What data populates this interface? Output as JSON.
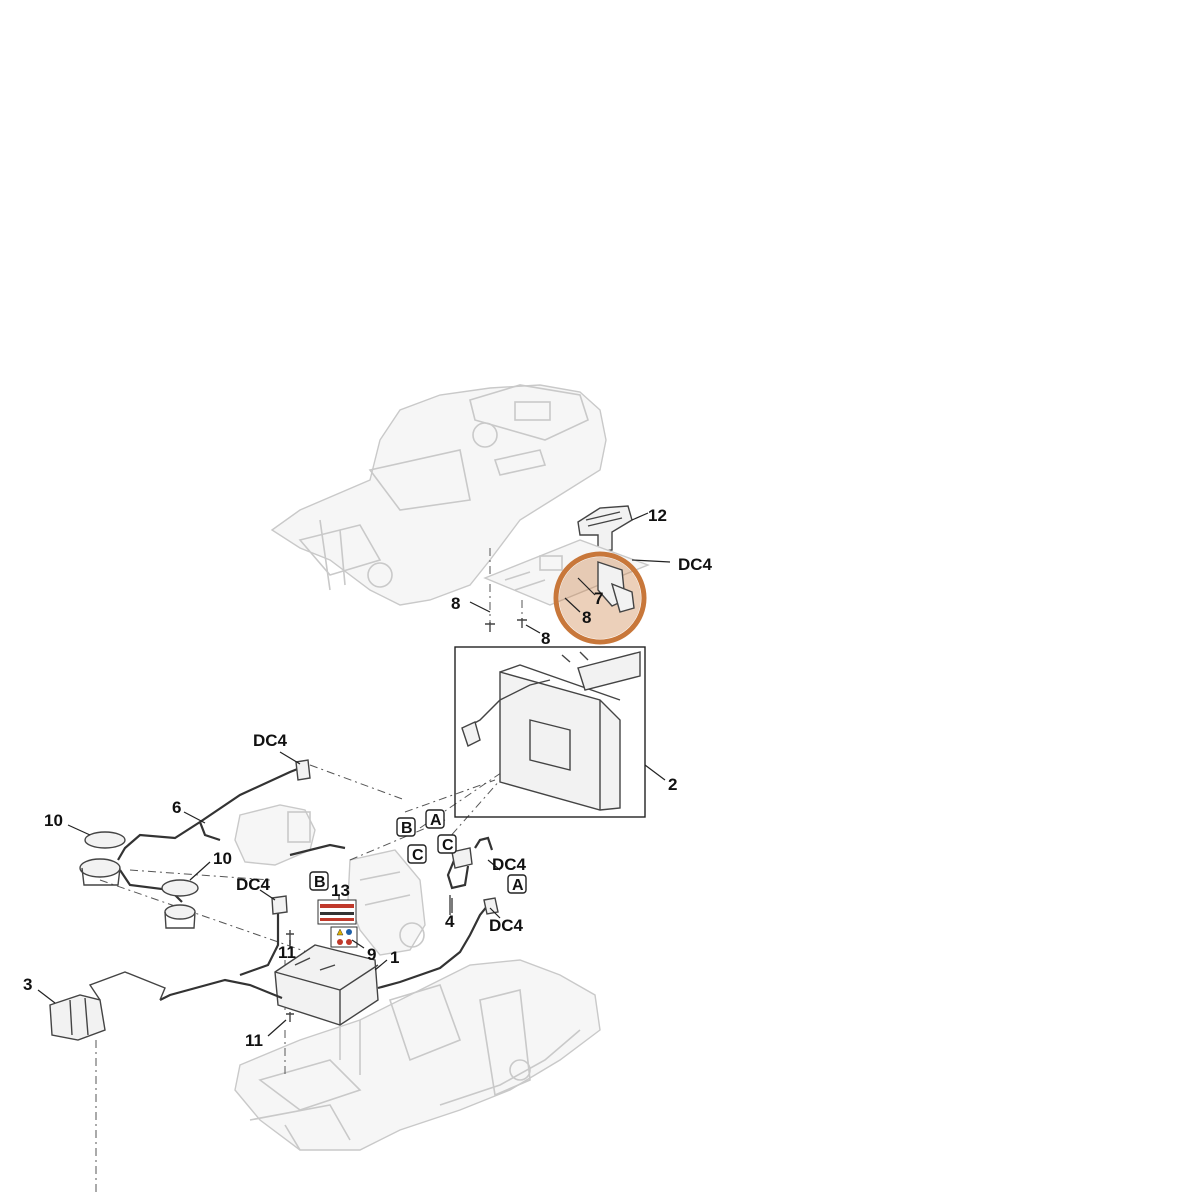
{
  "callouts": {
    "c1": "1",
    "c2": "2",
    "c3": "3",
    "c4": "4",
    "c6": "6",
    "c7": "7",
    "c8a": "8",
    "c8b": "8",
    "c8c": "8",
    "c9": "9",
    "c10a": "10",
    "c10b": "10",
    "c11a": "11",
    "c11b": "11",
    "c12": "12",
    "c13": "13",
    "dc4_a": "DC4",
    "dc4_b": "DC4",
    "dc4_c": "DC4",
    "dc4_d": "DC4",
    "dc4_e": "DC4"
  },
  "connectors": {
    "b1": "B",
    "a1": "A",
    "c1": "C",
    "c2": "C",
    "b2": "B",
    "a2": "A"
  },
  "highlight": {
    "color": "#c8773a"
  }
}
